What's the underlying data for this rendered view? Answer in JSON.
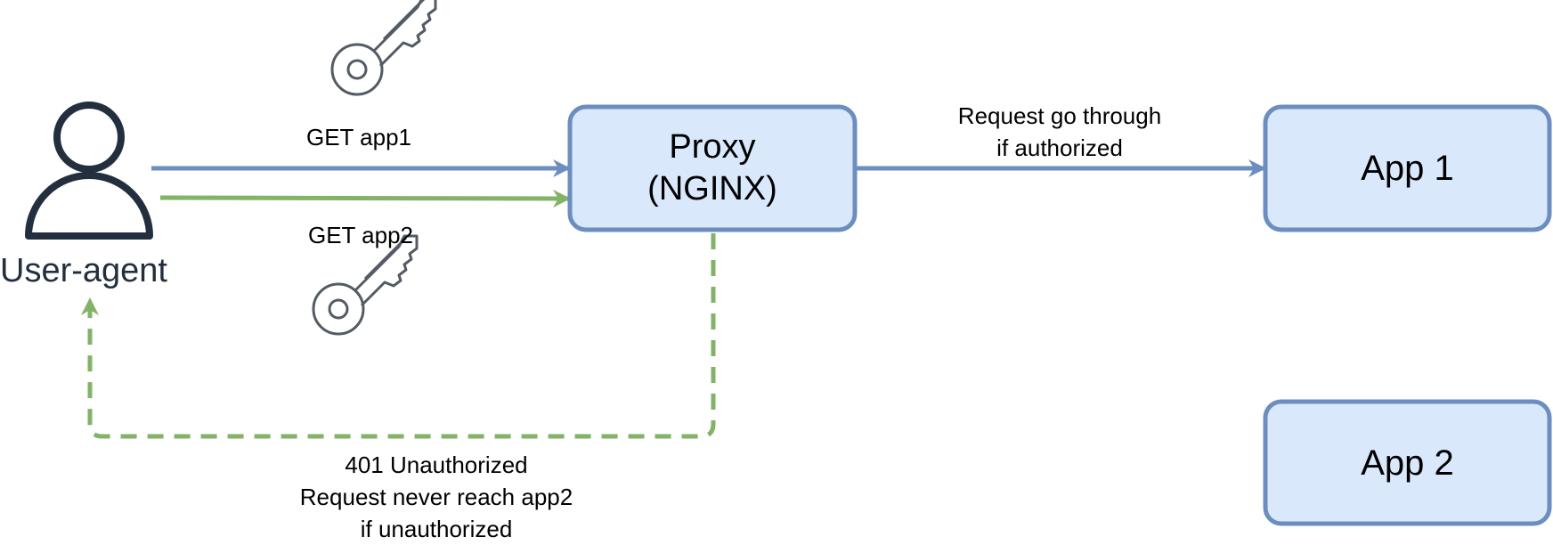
{
  "actor": {
    "label": "User-agent"
  },
  "nodes": {
    "proxy": {
      "line1": "Proxy",
      "line2": "(NGINX)"
    },
    "app1": {
      "label": "App 1"
    },
    "app2": {
      "label": "App 2"
    }
  },
  "edges": {
    "get_app1": "GET app1",
    "get_app2": "GET app2",
    "forward": {
      "line1": "Request go through",
      "line2": "if authorized"
    },
    "reject": {
      "line1": "401 Unauthorized",
      "line2": "Request never reach app2",
      "line3": "if unauthorized"
    }
  },
  "colors": {
    "blue": "#6c8ebf",
    "green": "#82b366",
    "node_fill": "#dae8fc",
    "node_stroke": "#6c8ebf",
    "icon": "#232f3e",
    "key": "#545b64"
  }
}
